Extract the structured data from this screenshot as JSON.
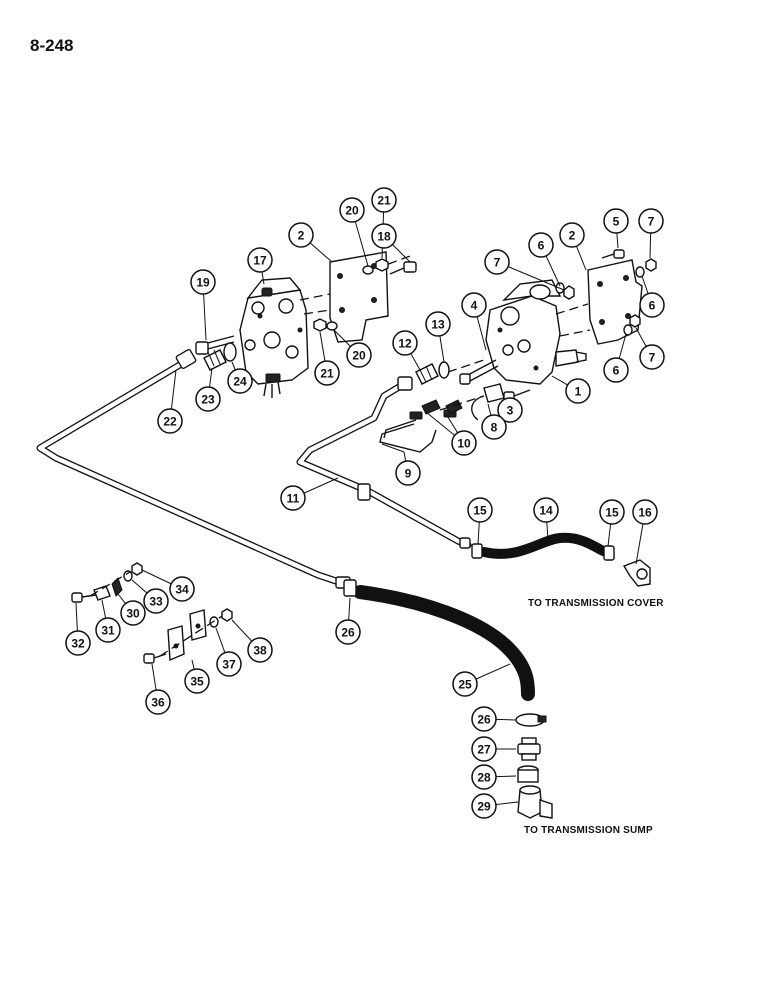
{
  "page_number": "8-248",
  "notes": {
    "transmission_cover": "TO TRANSMISSION COVER",
    "transmission_sump": "TO TRANSMISSION SUMP"
  },
  "callouts": [
    {
      "id": "c1",
      "label": "1"
    },
    {
      "id": "c2a",
      "label": "2"
    },
    {
      "id": "c2b",
      "label": "2"
    },
    {
      "id": "c3",
      "label": "3"
    },
    {
      "id": "c4",
      "label": "4"
    },
    {
      "id": "c5",
      "label": "5"
    },
    {
      "id": "c6a",
      "label": "6"
    },
    {
      "id": "c6b",
      "label": "6"
    },
    {
      "id": "c6c",
      "label": "6"
    },
    {
      "id": "c7a",
      "label": "7"
    },
    {
      "id": "c7b",
      "label": "7"
    },
    {
      "id": "c7c",
      "label": "7"
    },
    {
      "id": "c8",
      "label": "8"
    },
    {
      "id": "c9",
      "label": "9"
    },
    {
      "id": "c10",
      "label": "10"
    },
    {
      "id": "c11",
      "label": "11"
    },
    {
      "id": "c12",
      "label": "12"
    },
    {
      "id": "c13",
      "label": "13"
    },
    {
      "id": "c14",
      "label": "14"
    },
    {
      "id": "c15a",
      "label": "15"
    },
    {
      "id": "c15b",
      "label": "15"
    },
    {
      "id": "c16",
      "label": "16"
    },
    {
      "id": "c17",
      "label": "17"
    },
    {
      "id": "c18",
      "label": "18"
    },
    {
      "id": "c19",
      "label": "19"
    },
    {
      "id": "c20a",
      "label": "20"
    },
    {
      "id": "c20b",
      "label": "20"
    },
    {
      "id": "c21a",
      "label": "21"
    },
    {
      "id": "c21b",
      "label": "21"
    },
    {
      "id": "c22",
      "label": "22"
    },
    {
      "id": "c23",
      "label": "23"
    },
    {
      "id": "c24",
      "label": "24"
    },
    {
      "id": "c25",
      "label": "25"
    },
    {
      "id": "c26a",
      "label": "26"
    },
    {
      "id": "c26b",
      "label": "26"
    },
    {
      "id": "c27",
      "label": "27"
    },
    {
      "id": "c28",
      "label": "28"
    },
    {
      "id": "c29",
      "label": "29"
    },
    {
      "id": "c30",
      "label": "30"
    },
    {
      "id": "c31",
      "label": "31"
    },
    {
      "id": "c32",
      "label": "32"
    },
    {
      "id": "c33",
      "label": "33"
    },
    {
      "id": "c34",
      "label": "34"
    },
    {
      "id": "c35",
      "label": "35"
    },
    {
      "id": "c36",
      "label": "36"
    },
    {
      "id": "c37",
      "label": "37"
    },
    {
      "id": "c38",
      "label": "38"
    }
  ]
}
